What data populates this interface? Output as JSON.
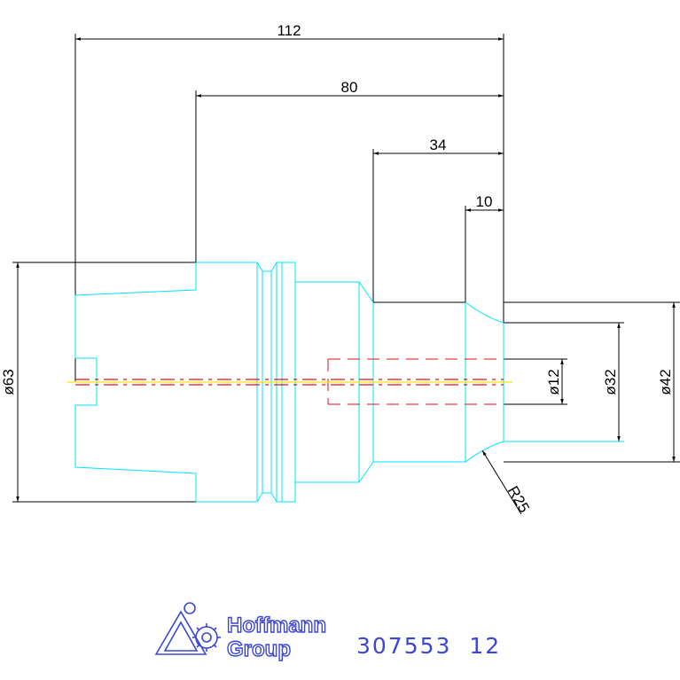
{
  "dimensions": {
    "overall_length": "112",
    "shank_length": "80",
    "neck_length": "34",
    "tip_length": "10",
    "flange_diameter": "ø63",
    "bore_diameter": "ø12",
    "clamp_diameter": "ø32",
    "nose_diameter": "ø42",
    "radius": "R25"
  },
  "logo": {
    "line1": "Hoffmann",
    "line2": "Group",
    "icon": "hoffmann-runner-gear-icon"
  },
  "part_number": "307553  12",
  "colors": {
    "part_outline": "#00e5ff",
    "dimension": "#000000",
    "hidden": "#e0101a",
    "centerline": "#f2e600",
    "brand": "#3c46d6"
  }
}
